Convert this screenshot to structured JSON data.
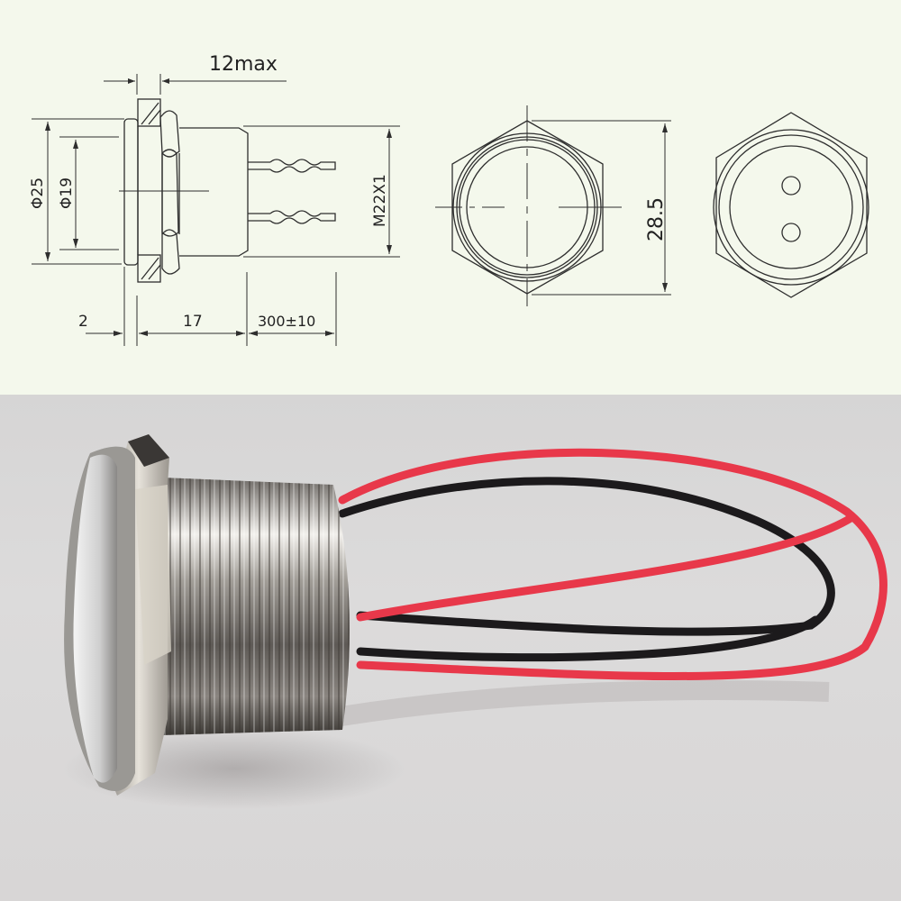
{
  "drawing": {
    "background": "#f4f8ec",
    "side_view": {
      "dim_top": "12max",
      "dim_outer_diameter": "Φ25",
      "dim_inner_diameter": "Φ19",
      "dim_thread": "M22X1",
      "dim_front": "2",
      "dim_body": "17",
      "dim_wire": "300±10"
    },
    "front_view": {
      "dim_across_corners": "28.5"
    },
    "rear_view": {
      "terminal_holes": 2
    }
  },
  "photo": {
    "subject": "stainless steel flush push button switch with threaded body, hex nut and red/black wire leads",
    "background": "#d9d8d8",
    "wire_colors": {
      "red": "#e8384a",
      "black": "#1c1a1c"
    }
  }
}
